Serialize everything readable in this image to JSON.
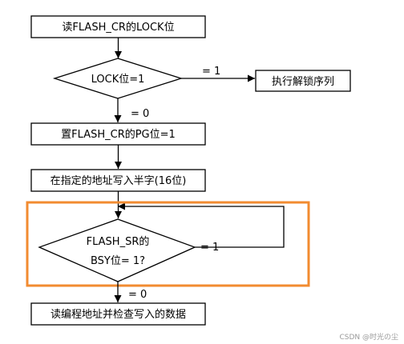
{
  "nodes": {
    "read_lock": "读FLASH_CR的LOCK位",
    "lock_decision": "LOCK位=1",
    "unlock": "执行解锁序列",
    "set_pg": "置FLASH_CR的PG位=1",
    "write_halfword": "在指定的地址写入半字(16位)",
    "bsy_line1": "FLASH_SR的",
    "bsy_line2": "BSY位= 1?",
    "verify": "读编程地址并检查写入的数据"
  },
  "edges": {
    "lock_yes": "= 1",
    "lock_no": "= 0",
    "bsy_yes": "= 1",
    "bsy_no": "= 0"
  },
  "colors": {
    "line": "#000000",
    "highlight": "#F28B30"
  },
  "watermark": "CSDN @时光の尘"
}
